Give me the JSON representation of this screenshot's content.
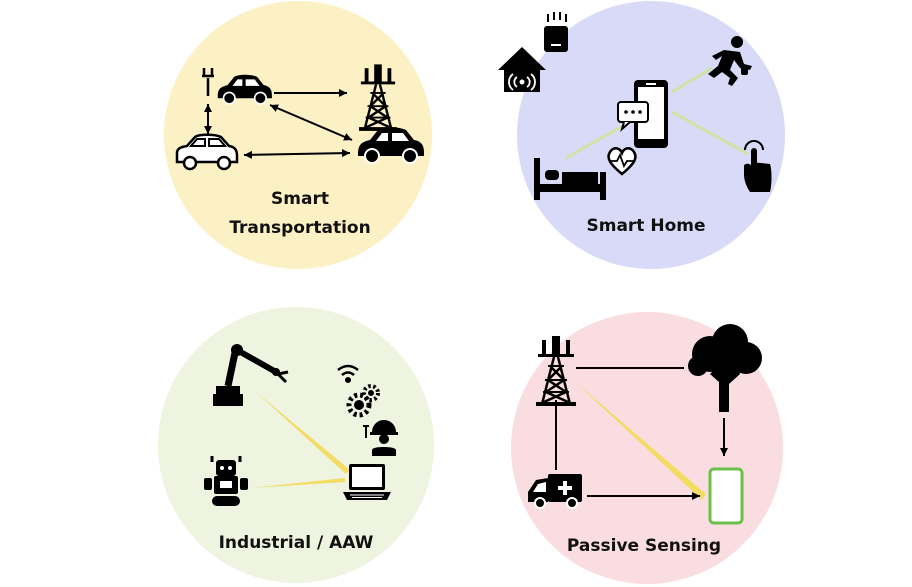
{
  "panels": {
    "transportation": {
      "title_line1": "Smart",
      "title_line2": "Transportation",
      "background": "#fbf1c4"
    },
    "home": {
      "title": "Smart Home",
      "background": "#d9daf7",
      "link_color": "#cfe3a5",
      "heart_color": "#111111"
    },
    "industrial": {
      "title": "Industrial / AAW",
      "background": "#eef4e0",
      "beam_color": "#f2dc62"
    },
    "sensing": {
      "title": "Passive Sensing",
      "background": "#f9dde0",
      "beam_color": "#f2dc62",
      "phone_border": "#6cc04a"
    }
  },
  "icons": {
    "transportation": [
      "charging-car-icon",
      "cell-tower-icon",
      "car-outline-icon",
      "car-filled-icon"
    ],
    "home": [
      "router-icon",
      "smart-home-icon",
      "smartphone-icon",
      "chat-bubble-icon",
      "running-person-icon",
      "bed-icon",
      "heart-rate-icon",
      "touch-hand-icon"
    ],
    "industrial": [
      "robot-arm-icon",
      "wifi-icon",
      "gears-icon",
      "engineer-icon",
      "robot-icon",
      "laptop-icon"
    ],
    "sensing": [
      "cell-tower-icon",
      "tree-icon",
      "ambulance-icon",
      "smartphone-icon"
    ]
  }
}
